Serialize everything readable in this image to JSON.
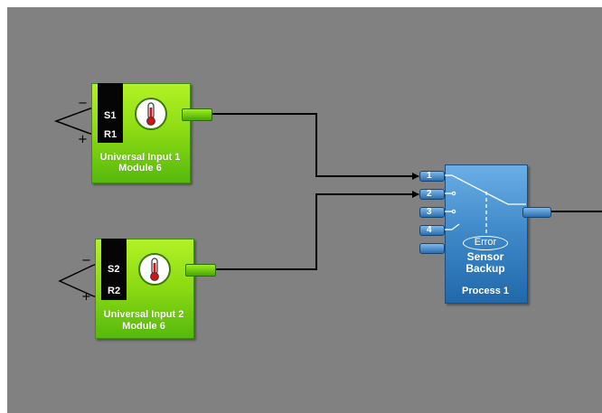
{
  "colors": {
    "canvas": "#818181",
    "wire": "#000000",
    "input_block": "#8fdc14",
    "process_block": "#3e88c8"
  },
  "inputs": [
    {
      "pin_top": "S1",
      "pin_bottom": "R1",
      "title_line1": "Universal Input 1",
      "title_line2": "Module 6",
      "icon": "thermometer-icon",
      "sensor_minus": "−",
      "sensor_plus": "+"
    },
    {
      "pin_top": "S2",
      "pin_bottom": "R2",
      "title_line1": "Universal Input 2",
      "title_line2": "Module 6",
      "icon": "thermometer-icon",
      "sensor_minus": "−",
      "sensor_plus": "+"
    }
  ],
  "process": {
    "ports": [
      "1",
      "2",
      "3",
      "4"
    ],
    "error_label": "Error",
    "name_line1": "Sensor",
    "name_line2": "Backup",
    "title": "Process 1"
  }
}
